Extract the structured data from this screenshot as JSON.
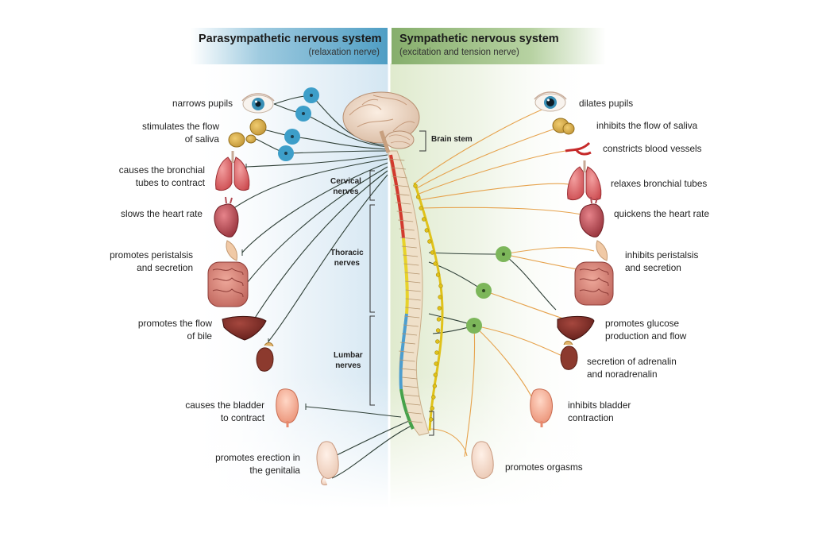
{
  "header": {
    "para_title": "Parasympathetic nervous system",
    "para_sub": "(relaxation nerve)",
    "symp_title": "Sympathetic nervous system",
    "symp_sub": "(excitation and tension nerve)"
  },
  "nerves": {
    "brain_stem": "Brain stem",
    "cervical": [
      "Cervical",
      "nerves"
    ],
    "thoracic": [
      "Thoracic",
      "nerves"
    ],
    "lumbar": [
      "Lumbar",
      "nerves"
    ]
  },
  "para": [
    [
      "narrows pupils"
    ],
    [
      "stimulates the flow",
      "of saliva"
    ],
    [
      "causes the bronchial",
      "tubes to contract"
    ],
    [
      "slows the heart rate"
    ],
    [
      "promotes peristalsis",
      "and secretion"
    ],
    [
      "promotes the flow",
      "of bile"
    ],
    [
      "causes the bladder",
      "to contract"
    ],
    [
      "promotes erection in",
      "the genitalia"
    ]
  ],
  "symp": [
    [
      "dilates pupils"
    ],
    [
      "inhibits the flow of saliva"
    ],
    [
      "constricts blood vessels"
    ],
    [
      "relaxes bronchial tubes"
    ],
    [
      "quickens the heart rate"
    ],
    [
      "inhibits peristalsis",
      "and secretion"
    ],
    [
      "promotes glucose",
      "production and flow"
    ],
    [
      "secretion of adrenalin",
      "and noradrenalin"
    ],
    [
      "inhibits bladder",
      "contraction"
    ],
    [
      "promotes orgasms"
    ]
  ],
  "colors": {
    "para_bg": "#dceaf4",
    "symp_bg": "#e4eed6",
    "para_ganglion": "#3d9ec9",
    "symp_ganglion": "#7cb65a",
    "para_nerve": "#2e3f36",
    "symp_nerve": "#e6a24c",
    "spine_yellow": "#e0c21a"
  }
}
